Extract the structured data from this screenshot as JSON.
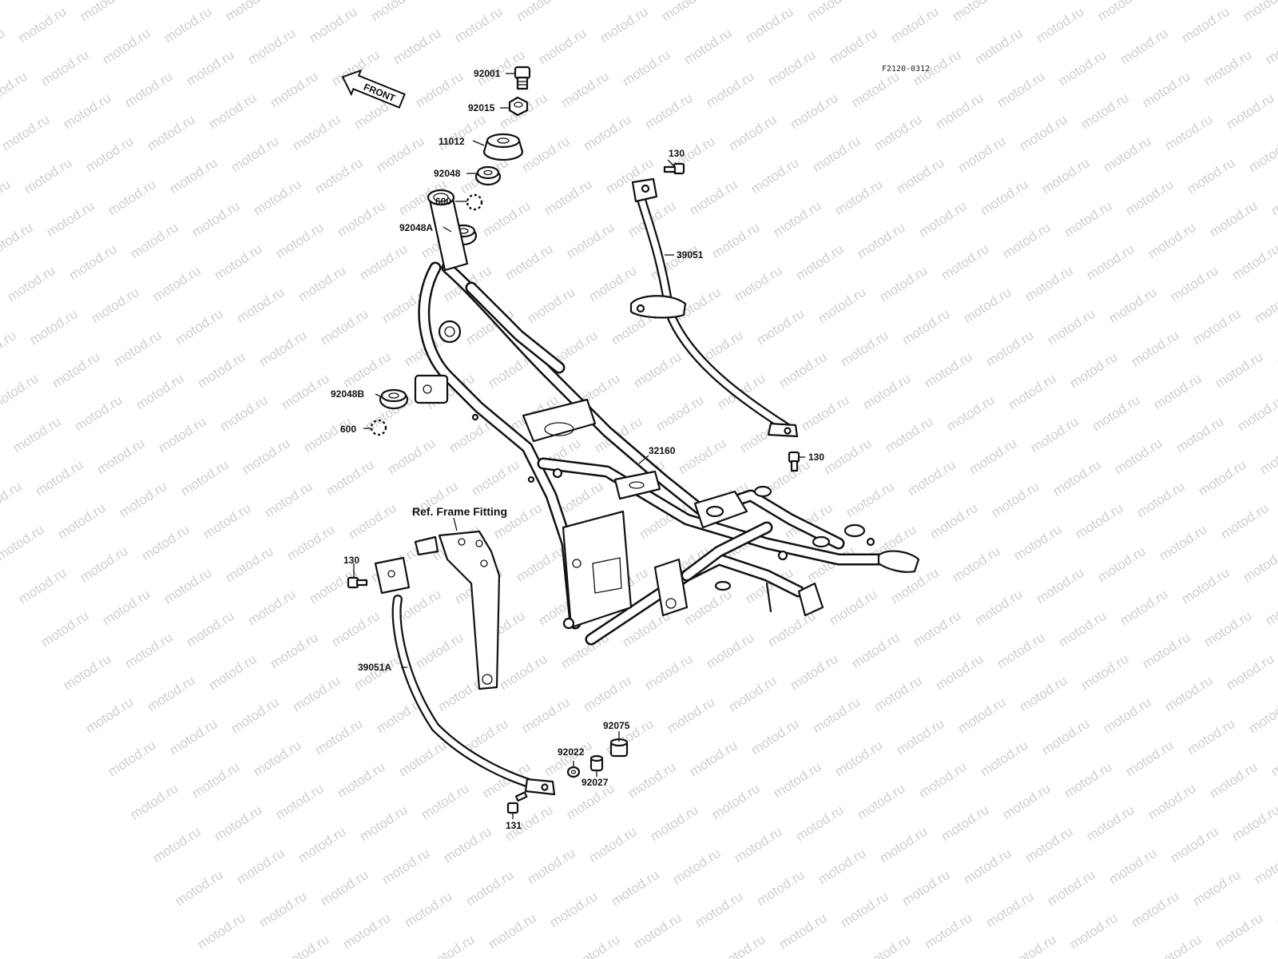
{
  "watermark": "motod.ru",
  "diagram_code": "F2120-0312",
  "front_label": "FRONT",
  "ref_label": "Ref. Frame Fitting",
  "callouts": {
    "c92001": "92001",
    "c92015": "92015",
    "c11012": "11012",
    "c92048": "92048",
    "c600a": "600",
    "c92048A": "92048A",
    "c130a": "130",
    "c39051": "39051",
    "c92048B": "92048B",
    "c600b": "600",
    "c32160": "32160",
    "c130b": "130",
    "c130c": "130",
    "c39051A": "39051A",
    "c92075": "92075",
    "c92022": "92022",
    "c92027": "92027",
    "c131": "131"
  }
}
